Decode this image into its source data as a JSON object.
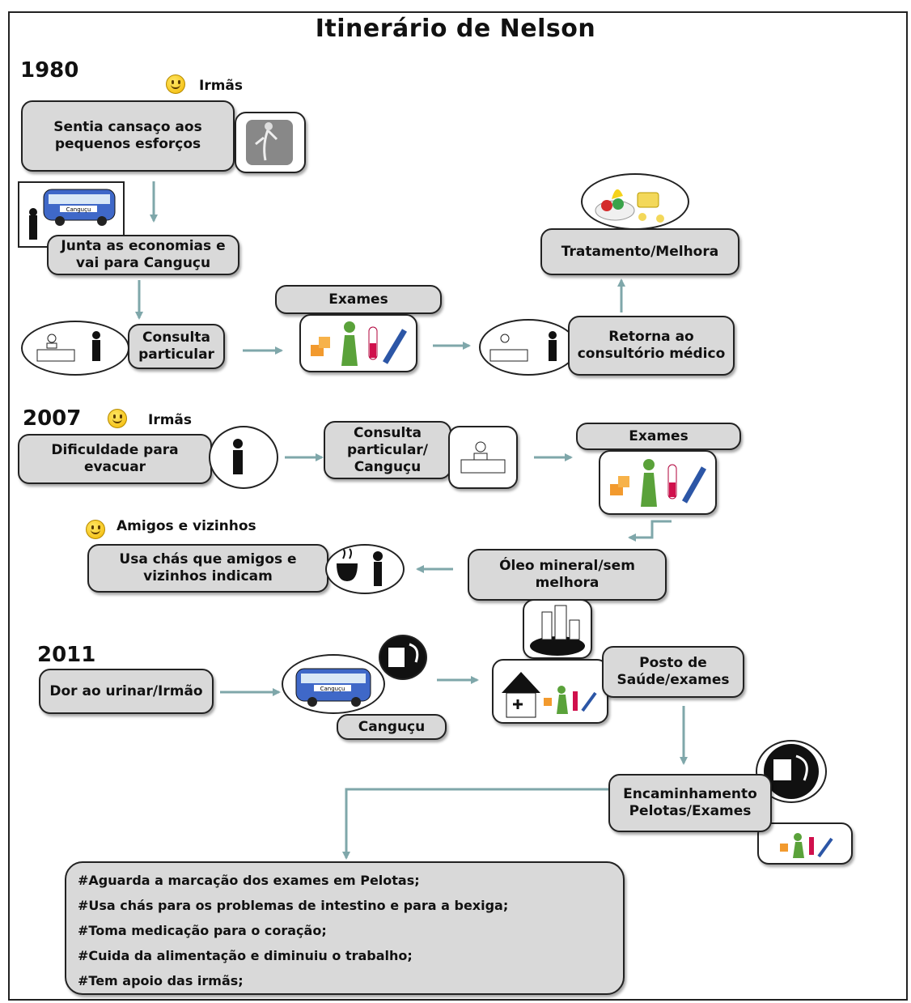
{
  "title": "Itinerário de Nelson",
  "colors": {
    "arrow": "#7fa7aa",
    "box_fill": "#d9d9d9",
    "border": "#222222"
  },
  "section_1980": {
    "year": "1980",
    "support": "Irmãs",
    "symptom": "Sentia cansaço aos pequenos esforços",
    "bus_label": "Canguçu",
    "travel": "Junta as economias e vai para Canguçu",
    "consult": "Consulta particular",
    "exams": "Exames",
    "return": "Retorna ao consultório médico",
    "treatment": "Tratamento/Melhora"
  },
  "section_2007": {
    "year": "2007",
    "support": "Irmãs",
    "symptom": "Dificuldade para evacuar",
    "consult": "Consulta particular/ Canguçu",
    "exams": "Exames",
    "oil": "Óleo mineral/sem melhora",
    "teas_support": "Amigos e vizinhos",
    "teas": "Usa chás que amigos e vizinhos indicam"
  },
  "section_2011": {
    "year": "2011",
    "symptom": "Dor ao urinar/Irmão",
    "bus_label": "Canguçu",
    "city": "Canguçu",
    "post": "Posto de Saúde/exames",
    "referral": "Encaminhamento Pelotas/Exames"
  },
  "notes": [
    "#Aguarda a marcação dos exames em Pelotas;",
    "#Usa chás para os problemas de intestino e para a bexiga;",
    "#Toma medicação para o coração;",
    "#Cuida da alimentação e diminuiu o trabalho;",
    "#Tem apoio das irmãs;"
  ]
}
